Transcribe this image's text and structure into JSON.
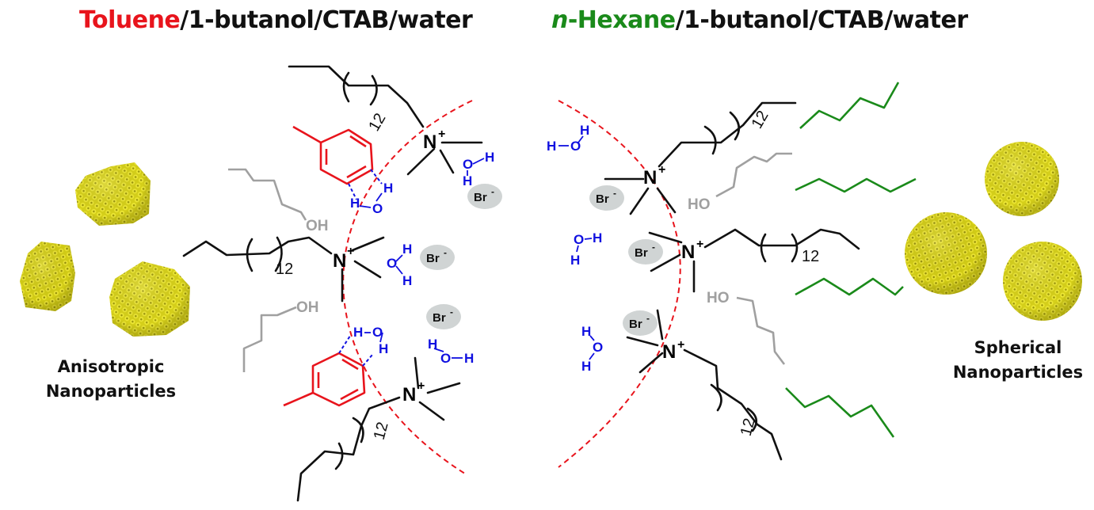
{
  "titles": {
    "left": {
      "highlight": "Toluene",
      "rest": "/1-butanol/CTAB/water",
      "highlight_color": "#e8141c"
    },
    "right": {
      "highlight_italic": "n",
      "highlight": "-Hexane",
      "rest": "/1-butanol/CTAB/water",
      "highlight_color": "#1a8a1a"
    }
  },
  "captions": {
    "left": [
      "Anisotropic",
      "Nanoparticles"
    ],
    "right": [
      "Spherical",
      "Nanoparticles"
    ]
  },
  "labels": {
    "nitrogen": "N",
    "plus": "+",
    "repeat": "12",
    "bromide": "Br",
    "minus": "-",
    "oxygen": "O",
    "hydrogen": "H",
    "hydroxyl_left": "OH",
    "hydroxyl_right": "HO"
  },
  "colors": {
    "toluene": "#e8141c",
    "hexane": "#1a8a1a",
    "water": "#1010e0",
    "butanol": "#a0a0a0",
    "ctab": "#000000",
    "interface": "#e8141c",
    "bromide_ion": "#d0d4d4",
    "nanoparticle": "#d8d21c"
  }
}
